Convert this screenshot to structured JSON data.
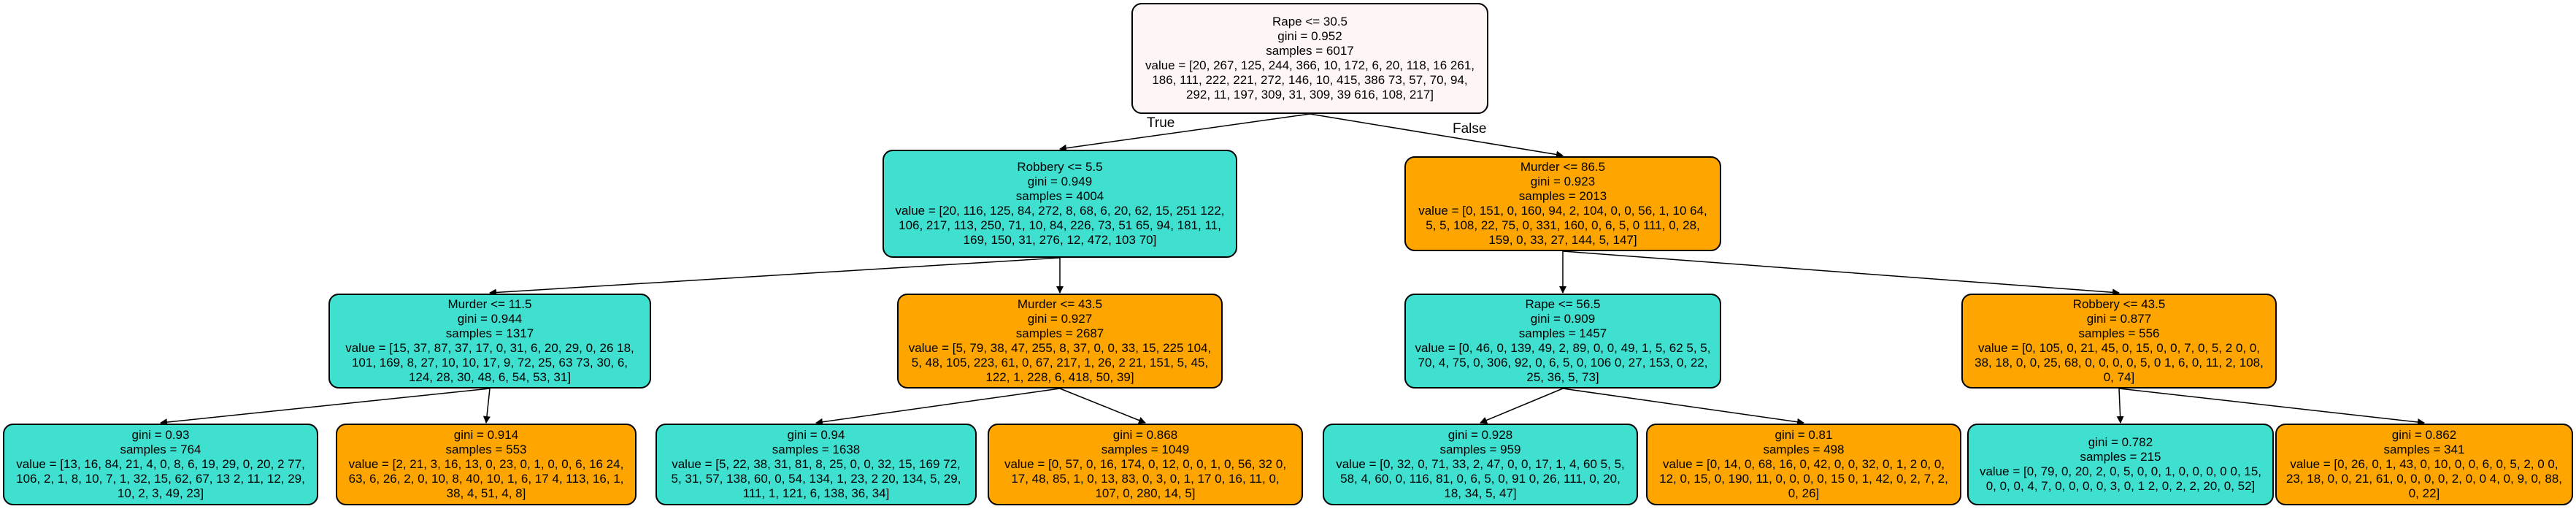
{
  "colors": {
    "root": "#fef6f5",
    "cyan": "#40e0d0",
    "orange": "#ffa500",
    "edge": "#000000",
    "border": "#000000"
  },
  "edges": {
    "true_label": "True",
    "false_label": "False"
  },
  "nodes": {
    "root": {
      "split": "Rape <= 30.5",
      "gini": "gini = 0.952",
      "samples": "samples = 6017",
      "value": "value = [20, 267, 125, 244, 366, 10, 172, 6, 20, 118, 16 261, 186, 111, 222, 221, 272, 146, 10, 415, 386 73, 57, 70, 94, 292, 11, 197, 309, 31, 309, 39 616, 108, 217]"
    },
    "n1": {
      "split": "Robbery <= 5.5",
      "gini": "gini = 0.949",
      "samples": "samples = 4004",
      "value": "value = [20, 116, 125, 84, 272, 8, 68, 6, 20, 62, 15, 251 122, 106, 217, 113, 250, 71, 10, 84, 226, 73, 51 65, 94, 181, 11, 169, 150, 31, 276, 12, 472, 103 70]"
    },
    "n2": {
      "split": "Murder <= 86.5",
      "gini": "gini = 0.923",
      "samples": "samples = 2013",
      "value": "value = [0, 151, 0, 160, 94, 2, 104, 0, 0, 56, 1, 10 64, 5, 5, 108, 22, 75, 0, 331, 160, 0, 6, 5, 0 111, 0, 28, 159, 0, 33, 27, 144, 5, 147]"
    },
    "n3": {
      "split": "Murder <= 11.5",
      "gini": "gini = 0.944",
      "samples": "samples = 1317",
      "value": "value = [15, 37, 87, 37, 17, 0, 31, 6, 20, 29, 0, 26 18, 101, 169, 8, 27, 10, 10, 17, 9, 72, 25, 63 73, 30, 6, 124, 28, 30, 48, 6, 54, 53, 31]"
    },
    "n4": {
      "split": "Murder <= 43.5",
      "gini": "gini = 0.927",
      "samples": "samples = 2687",
      "value": "value = [5, 79, 38, 47, 255, 8, 37, 0, 0, 33, 15, 225 104, 5, 48, 105, 223, 61, 0, 67, 217, 1, 26, 2 21, 151, 5, 45, 122, 1, 228, 6, 418, 50, 39]"
    },
    "n5": {
      "split": "Rape <= 56.5",
      "gini": "gini = 0.909",
      "samples": "samples = 1457",
      "value": "value = [0, 46, 0, 139, 49, 2, 89, 0, 0, 49, 1, 5, 62 5, 5, 70, 4, 75, 0, 306, 92, 0, 6, 5, 0, 106 0, 27, 153, 0, 22, 25, 36, 5, 73]"
    },
    "n6": {
      "split": "Robbery <= 43.5",
      "gini": "gini = 0.877",
      "samples": "samples = 556",
      "value": "value = [0, 105, 0, 21, 45, 0, 15, 0, 0, 7, 0, 5, 2 0, 0, 38, 18, 0, 0, 25, 68, 0, 0, 0, 0, 5, 0 1, 6, 0, 11, 2, 108, 0, 74]"
    },
    "l1": {
      "gini": "gini = 0.93",
      "samples": "samples = 764",
      "value": "value = [13, 16, 84, 21, 4, 0, 8, 6, 19, 29, 0, 20, 2 77, 106, 2, 1, 8, 10, 7, 1, 32, 15, 62, 67, 13 2, 11, 12, 29, 10, 2, 3, 49, 23]"
    },
    "l2": {
      "gini": "gini = 0.914",
      "samples": "samples = 553",
      "value": "value = [2, 21, 3, 16, 13, 0, 23, 0, 1, 0, 0, 6, 16 24, 63, 6, 26, 2, 0, 10, 8, 40, 10, 1, 6, 17 4, 113, 16, 1, 38, 4, 51, 4, 8]"
    },
    "l3": {
      "gini": "gini = 0.94",
      "samples": "samples = 1638",
      "value": "value = [5, 22, 38, 31, 81, 8, 25, 0, 0, 32, 15, 169 72, 5, 31, 57, 138, 60, 0, 54, 134, 1, 23, 2 20, 134, 5, 29, 111, 1, 121, 6, 138, 36, 34]"
    },
    "l4": {
      "gini": "gini = 0.868",
      "samples": "samples = 1049",
      "value": "value = [0, 57, 0, 16, 174, 0, 12, 0, 0, 1, 0, 56, 32 0, 17, 48, 85, 1, 0, 13, 83, 0, 3, 0, 1, 17 0, 16, 11, 0, 107, 0, 280, 14, 5]"
    },
    "l5": {
      "gini": "gini = 0.928",
      "samples": "samples = 959",
      "value": "value = [0, 32, 0, 71, 33, 2, 47, 0, 0, 17, 1, 4, 60 5, 5, 58, 4, 60, 0, 116, 81, 0, 6, 5, 0, 91 0, 26, 111, 0, 20, 18, 34, 5, 47]"
    },
    "l6": {
      "gini": "gini = 0.81",
      "samples": "samples = 498",
      "value": "value = [0, 14, 0, 68, 16, 0, 42, 0, 0, 32, 0, 1, 2 0, 0, 12, 0, 15, 0, 190, 11, 0, 0, 0, 0, 15 0, 1, 42, 0, 2, 7, 2, 0, 26]"
    },
    "l7": {
      "gini": "gini = 0.782",
      "samples": "samples = 215",
      "value": "value = [0, 79, 0, 20, 2, 0, 5, 0, 0, 1, 0, 0, 0, 0 0, 15, 0, 0, 0, 4, 7, 0, 0, 0, 0, 3, 0, 1 2, 0, 2, 2, 20, 0, 52]"
    },
    "l8": {
      "gini": "gini = 0.862",
      "samples": "samples = 341",
      "value": "value = [0, 26, 0, 1, 43, 0, 10, 0, 0, 6, 0, 5, 2, 0 0, 23, 18, 0, 0, 21, 61, 0, 0, 0, 0, 2, 0, 0 4, 0, 9, 0, 88, 0, 22]"
    }
  }
}
